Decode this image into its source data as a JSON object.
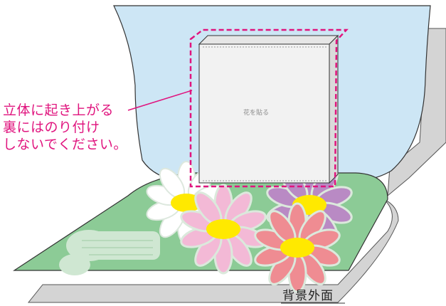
{
  "annotation": {
    "lines": [
      "立体に起き上がる",
      "裏にはのり付け",
      "しないでください。"
    ],
    "color": "#e0147e"
  },
  "card": {
    "label": "花を貼る"
  },
  "background_face": {
    "label": "背景外面"
  },
  "colors": {
    "upper_panel": "#cde6f5",
    "card": "#f2f2f2",
    "base_card": "#8ccb96",
    "shadow": "#d4d4d4",
    "dash_outline": "#e0147e",
    "flower_white": "#ffffff",
    "flower_pink": "#f3b9d6",
    "flower_purple": "#b98ac4",
    "flower_salmon": "#ef8c92",
    "flower_center": "#ffe900"
  }
}
